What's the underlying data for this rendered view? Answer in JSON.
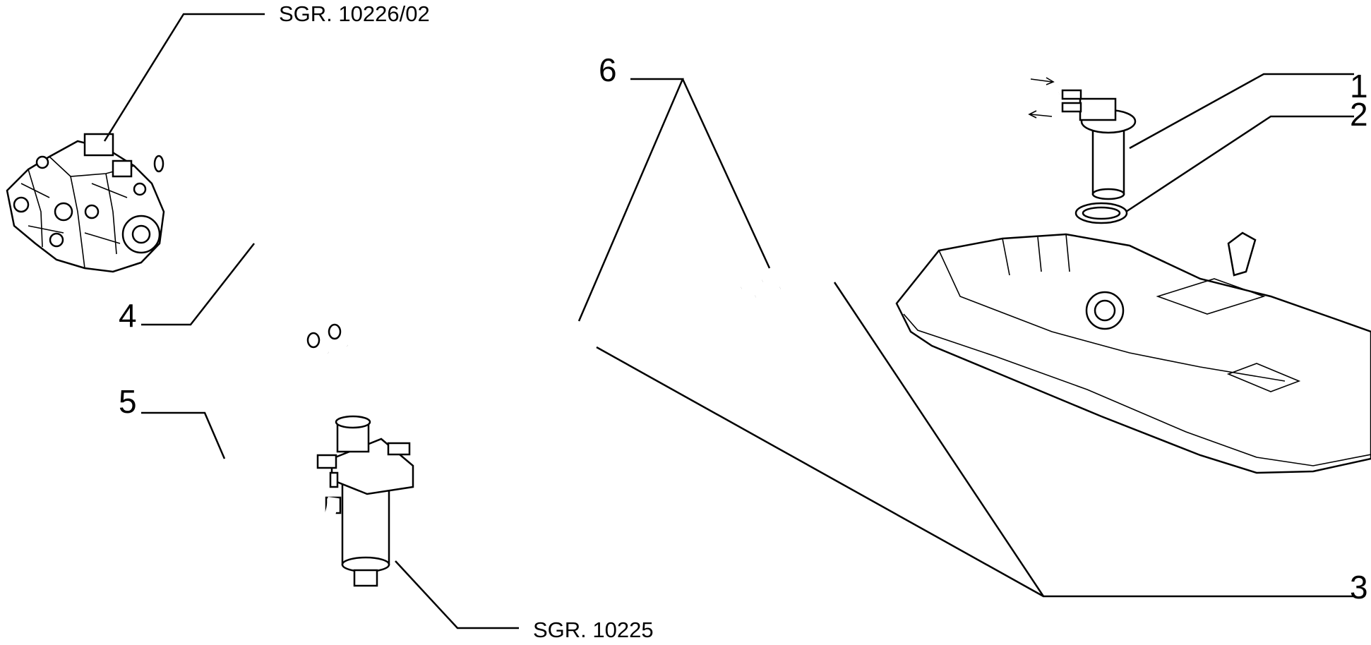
{
  "diagram": {
    "references": {
      "injection_pump": "SGR. 10226/02",
      "fuel_filter": "SGR. 10225"
    },
    "callouts": [
      "1",
      "2",
      "3",
      "4",
      "5",
      "6"
    ]
  }
}
